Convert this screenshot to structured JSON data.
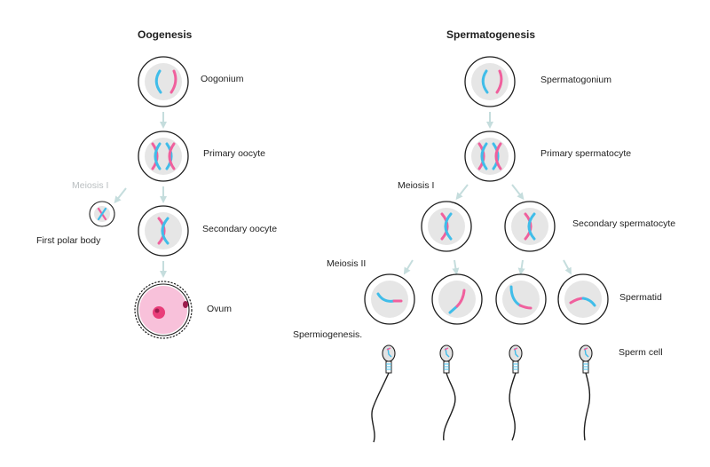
{
  "oogenesis": {
    "title": "Oogenesis",
    "oogonium": "Oogonium",
    "primary_oocyte": "Primary oocyte",
    "meiosis_1": "Meiosis I",
    "first_polar_body": "First polar body",
    "secondary_oocyte": "Secondary oocyte",
    "ovum": "Ovum"
  },
  "spermatogenesis": {
    "title": "Spermatogenesis",
    "spermatogonium": "Spermatogonium",
    "primary_spermatocyte": "Primary spermatocyte",
    "meiosis_1": "Meiosis I",
    "secondary_spermatocyte": "Secondary spermatocyte",
    "meiosis_2": "Meiosis II",
    "spermatid": "Spermatid",
    "spermiogenesis": "Spermiogenesis.",
    "sperm_cell": "Sperm cell"
  },
  "colors": {
    "chromosome_blue": "#40bde9",
    "chromosome_pink": "#f0609d",
    "nucleus_gray": "#e6e6e6",
    "arrow": "#c5dddd",
    "ovum_pink": "#f8c1da",
    "ovum_nucleus": "#e93d79"
  }
}
